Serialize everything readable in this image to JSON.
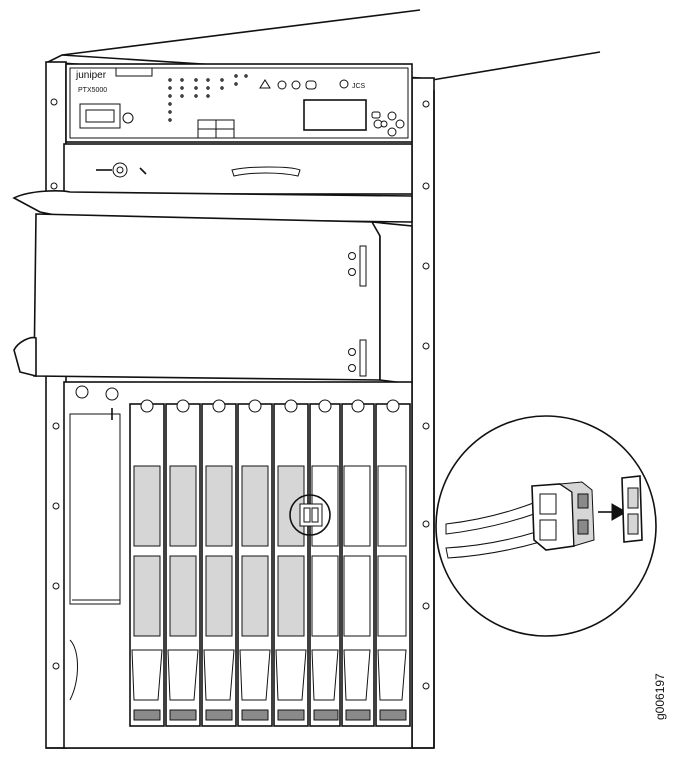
{
  "brand_logo": "juniper",
  "model_label": "PTX5000",
  "figure_id": "g006197",
  "fpc_slot_count": 8,
  "icons": {
    "chassis": "router-chassis-illustration",
    "magnifier": "magnified-callout-circle",
    "connector": "duplex-fiber-connector-icon",
    "arrow": "insert-direction-arrow-icon"
  }
}
